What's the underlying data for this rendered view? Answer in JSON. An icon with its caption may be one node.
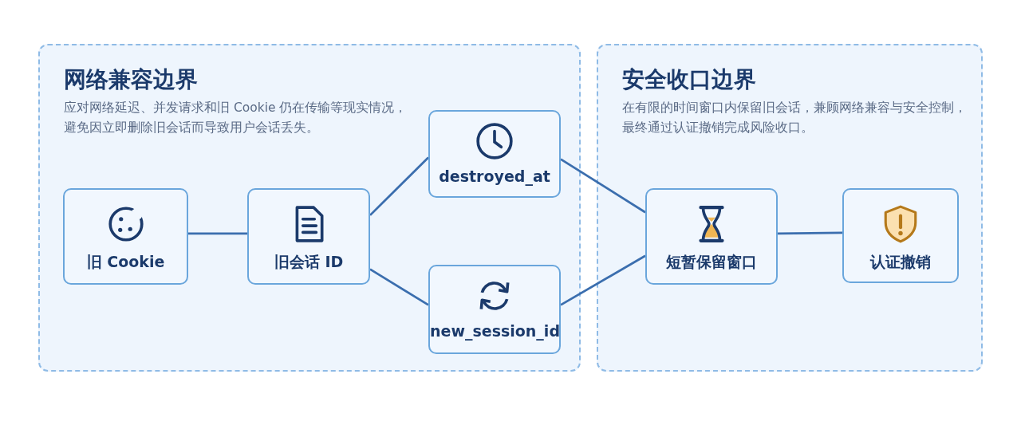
{
  "diagram": {
    "nodes": [
      {
        "text": [
          "网络兼容边界",
          "应对网络延迟、并发请求和旧 Cookie 仍在传输等现实情况，避免因立即删除旧会话而导致用户会话丢失。"
        ]
      },
      {
        "text": [
          "旧 Cookie"
        ],
        "in": 0
      },
      {
        "text": [
          "旧会话 ID"
        ],
        "in": 0
      },
      {
        "text": [
          "destroyed_at"
        ],
        "in": 0
      },
      {
        "text": [
          "new_session_id"
        ],
        "in": 0
      },
      {
        "text": [
          "安全收口边界",
          "在有限的时间窗口内保留旧会话，兼顾网络兼容与安全控制，最终通过认证撤销完成风险收口。"
        ]
      },
      {
        "text": [
          "短暂保留窗口"
        ],
        "in": 5
      },
      {
        "text": [
          "认证撤销"
        ],
        "in": 5
      }
    ],
    "edges": [
      {
        "from": 1,
        "to": 2,
        "arrow": "none"
      },
      {
        "from": 2,
        "to": 3,
        "arrow": "none"
      },
      {
        "from": 2,
        "to": 4,
        "arrow": "none"
      },
      {
        "from": 3,
        "to": 6,
        "arrow": "none"
      },
      {
        "from": 4,
        "to": 6,
        "arrow": "none"
      },
      {
        "from": 6,
        "to": 7,
        "arrow": "none"
      }
    ]
  }
}
